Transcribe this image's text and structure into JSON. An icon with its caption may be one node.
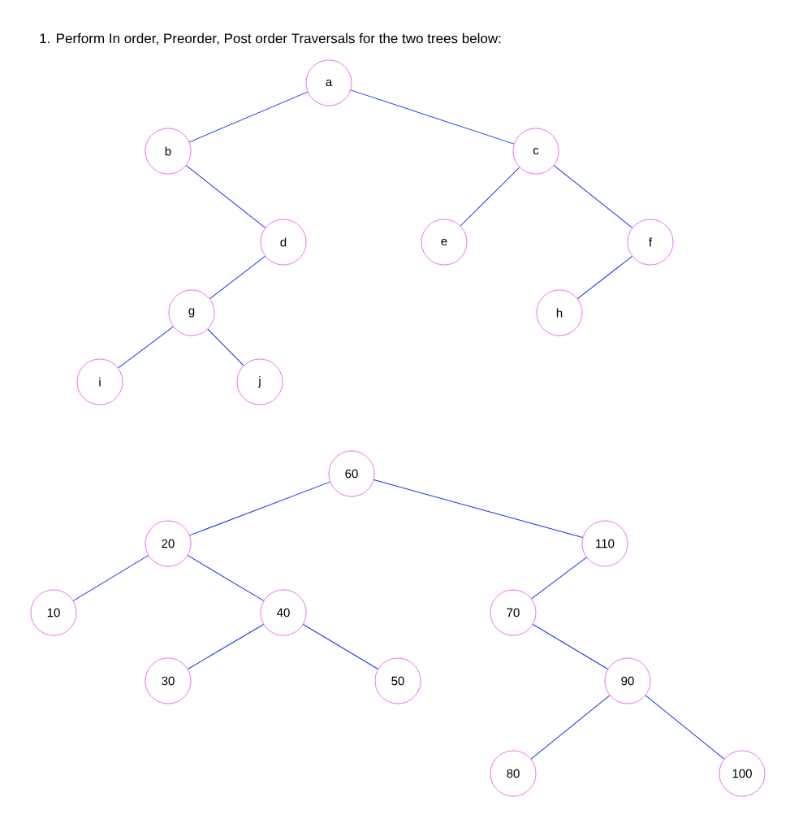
{
  "diagram": {
    "title": "1. Perform In order, Preorder, Post order Traversals for the two trees below:",
    "nodes": [
      {
        "text": [
          "a"
        ]
      },
      {
        "text": [
          "b"
        ]
      },
      {
        "text": [
          "c"
        ]
      },
      {
        "text": [
          "d"
        ]
      },
      {
        "text": [
          "e"
        ]
      },
      {
        "text": [
          "f"
        ]
      },
      {
        "text": [
          "g"
        ]
      },
      {
        "text": [
          "h"
        ]
      },
      {
        "text": [
          "i"
        ]
      },
      {
        "text": [
          "j"
        ]
      },
      {
        "text": [
          "60"
        ]
      },
      {
        "text": [
          "20"
        ]
      },
      {
        "text": [
          "110"
        ]
      },
      {
        "text": [
          "10"
        ]
      },
      {
        "text": [
          "40"
        ]
      },
      {
        "text": [
          "70"
        ]
      },
      {
        "text": [
          "30"
        ]
      },
      {
        "text": [
          "50"
        ]
      },
      {
        "text": [
          "90"
        ]
      },
      {
        "text": [
          "80"
        ]
      },
      {
        "text": [
          "100"
        ]
      }
    ],
    "edges": [
      {
        "from": 0,
        "to": 1,
        "arrow": "none"
      },
      {
        "from": 0,
        "to": 2,
        "arrow": "none"
      },
      {
        "from": 1,
        "to": 3,
        "arrow": "none"
      },
      {
        "from": 2,
        "to": 4,
        "arrow": "none"
      },
      {
        "from": 2,
        "to": 5,
        "arrow": "none"
      },
      {
        "from": 3,
        "to": 6,
        "arrow": "none"
      },
      {
        "from": 5,
        "to": 7,
        "arrow": "none"
      },
      {
        "from": 6,
        "to": 8,
        "arrow": "none"
      },
      {
        "from": 6,
        "to": 9,
        "arrow": "none"
      },
      {
        "from": 10,
        "to": 11,
        "arrow": "none"
      },
      {
        "from": 10,
        "to": 12,
        "arrow": "none"
      },
      {
        "from": 11,
        "to": 13,
        "arrow": "none"
      },
      {
        "from": 11,
        "to": 14,
        "arrow": "none"
      },
      {
        "from": 12,
        "to": 15,
        "arrow": "none"
      },
      {
        "from": 14,
        "to": 16,
        "arrow": "none"
      },
      {
        "from": 14,
        "to": 17,
        "arrow": "none"
      },
      {
        "from": 15,
        "to": 18,
        "arrow": "none"
      },
      {
        "from": 18,
        "to": 19,
        "arrow": "none"
      },
      {
        "from": 18,
        "to": 20,
        "arrow": "none"
      }
    ]
  }
}
